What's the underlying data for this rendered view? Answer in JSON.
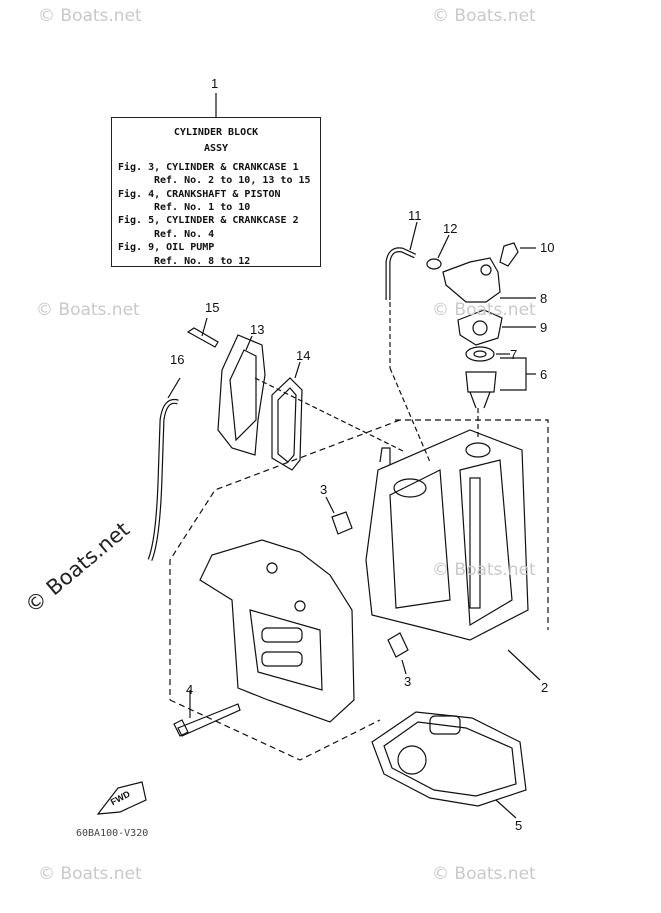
{
  "watermark_text": "© Boats.net",
  "watermark_large_text": "© Boats.net",
  "info_box": {
    "callout": "1",
    "title_line1": "CYLINDER BLOCK",
    "title_line2": "ASSY",
    "lines": [
      {
        "text": "Fig. 3, CYLINDER & CRANKCASE 1",
        "indent": false
      },
      {
        "text": "Ref. No. 2 to 10, 13 to 15",
        "indent": true
      },
      {
        "text": "Fig. 4, CRANKSHAFT & PISTON",
        "indent": false
      },
      {
        "text": "Ref. No. 1 to 10",
        "indent": true
      },
      {
        "text": "Fig. 5, CYLINDER & CRANKCASE 2",
        "indent": false
      },
      {
        "text": "Ref. No. 4",
        "indent": true
      },
      {
        "text": "Fig. 9, OIL PUMP",
        "indent": false
      },
      {
        "text": "Ref. No. 8 to 12",
        "indent": true
      }
    ]
  },
  "callouts": {
    "c2": "2",
    "c3a": "3",
    "c3b": "3",
    "c4": "4",
    "c5": "5",
    "c6": "6",
    "c7": "7",
    "c8": "8",
    "c9": "9",
    "c10": "10",
    "c11": "11",
    "c12": "12",
    "c13": "13",
    "c14": "14",
    "c15": "15",
    "c16": "16"
  },
  "fwd_label": "FWD",
  "diagram_code": "60BA100-V320",
  "colors": {
    "line": "#111111",
    "watermark": "#c9c9c9"
  }
}
